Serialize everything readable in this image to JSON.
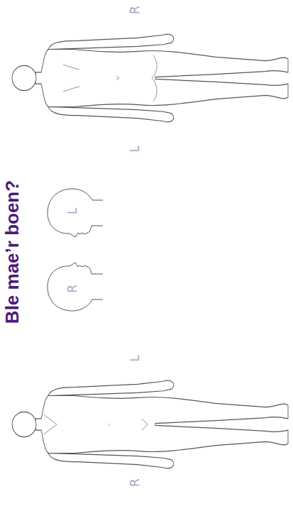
{
  "diagram": {
    "title": "Ble mae’r boen?",
    "nodes": [
      {
        "text": [
          "R"
        ]
      },
      {
        "text": [
          "L"
        ]
      }
    ],
    "labels": [
      "R",
      "L",
      "L",
      "R"
    ]
  }
}
